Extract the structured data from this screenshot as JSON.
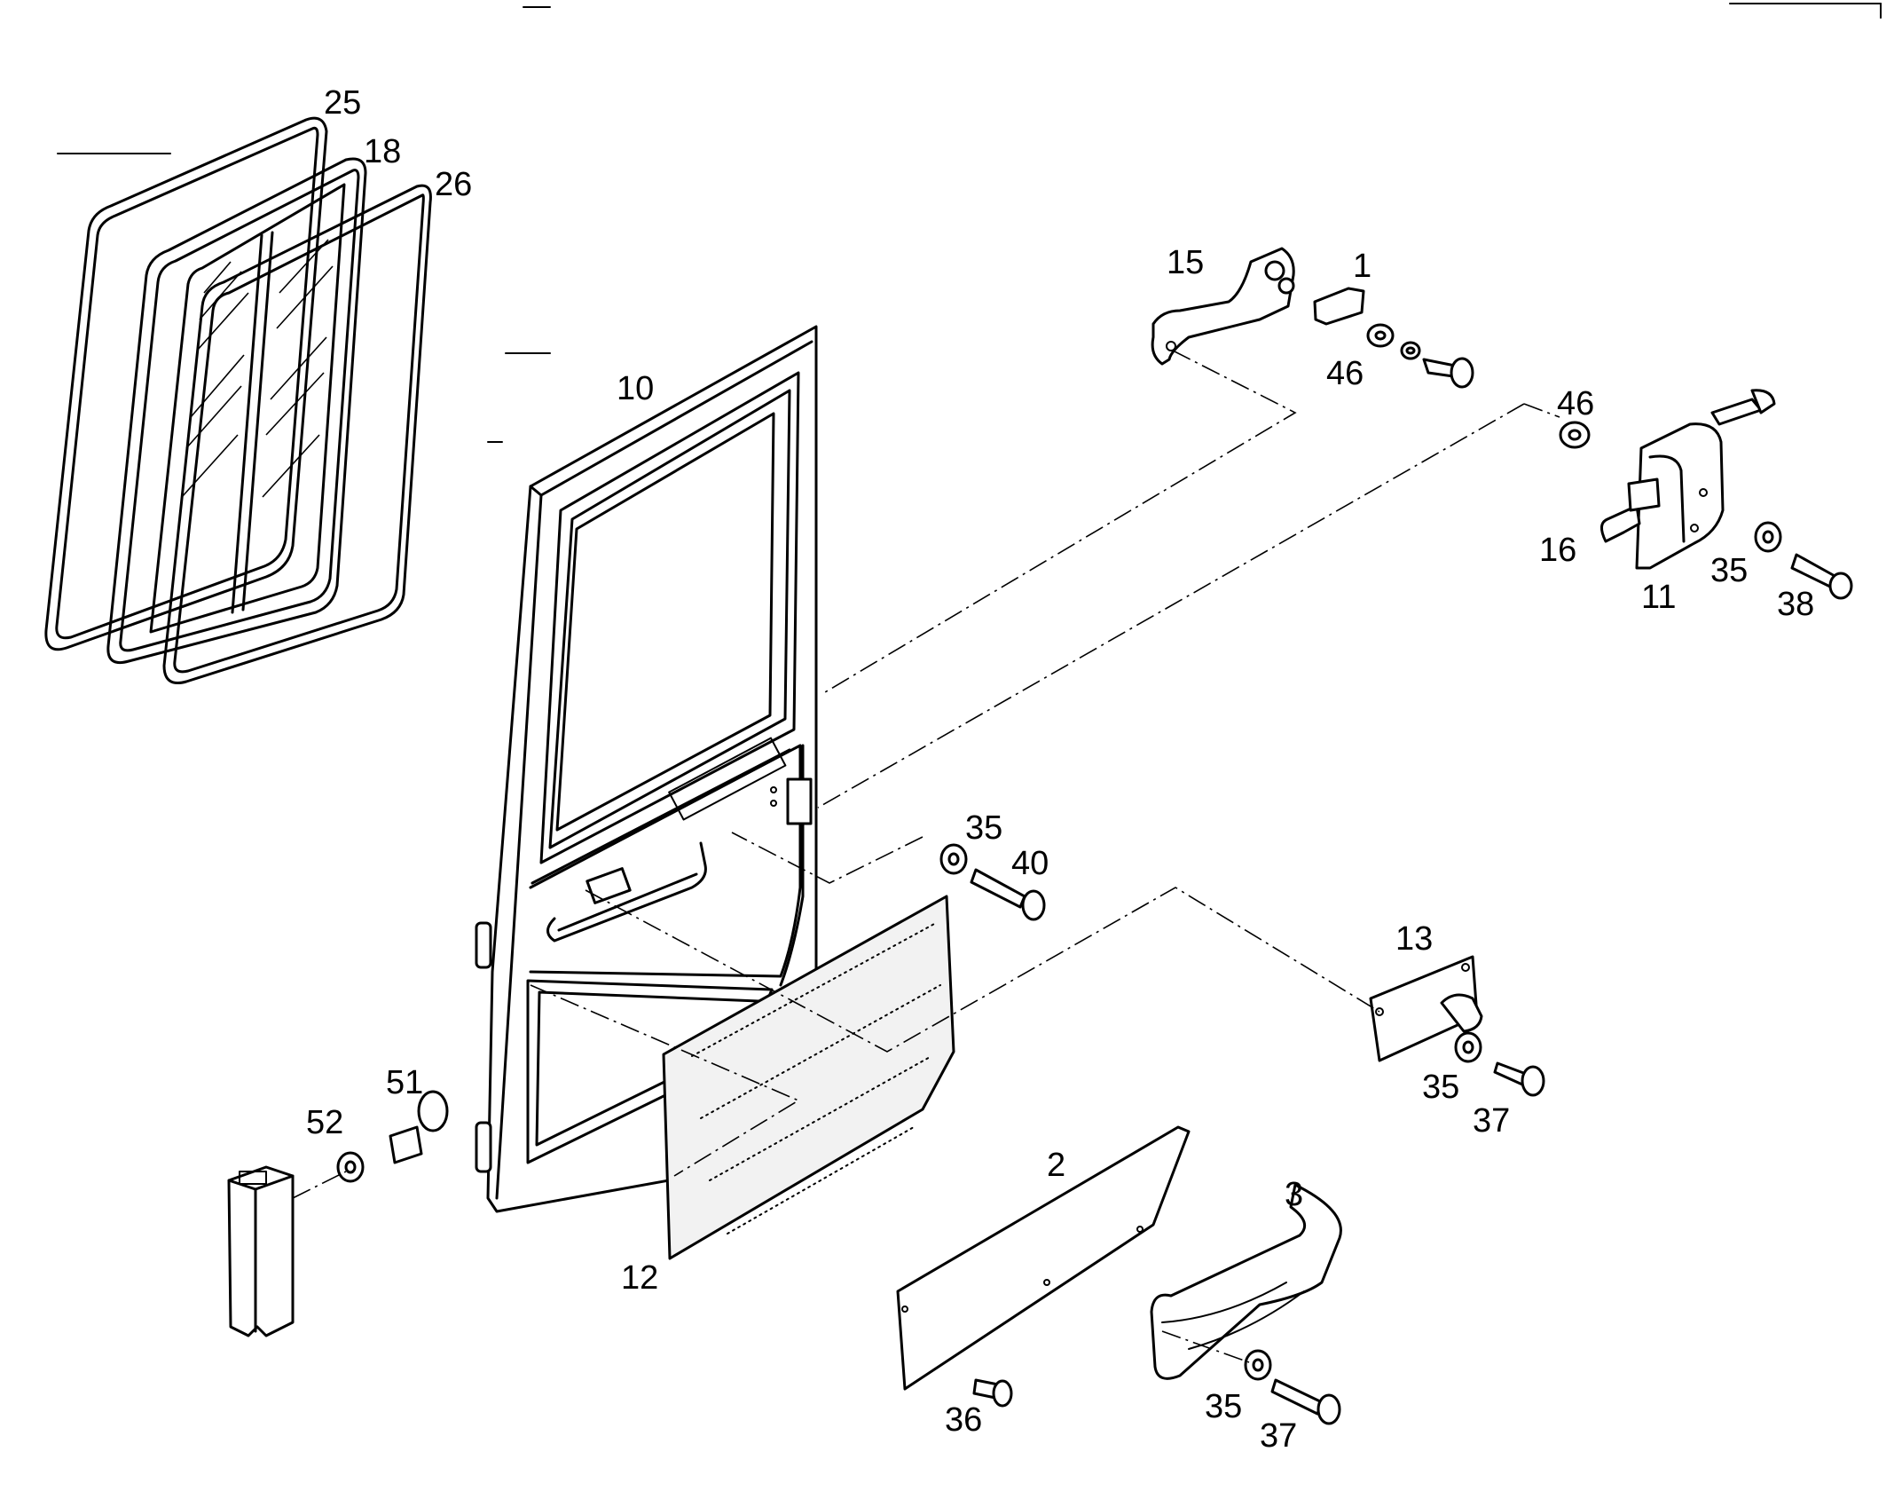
{
  "diagram": {
    "type": "exploded-parts-view",
    "callouts": [
      "25",
      "18",
      "26",
      "10",
      "15",
      "1",
      "46",
      "46",
      "16",
      "11",
      "35",
      "38",
      "35",
      "40",
      "13",
      "35",
      "37",
      "51",
      "52",
      "12",
      "2",
      "3",
      "36",
      "35",
      "37"
    ]
  }
}
